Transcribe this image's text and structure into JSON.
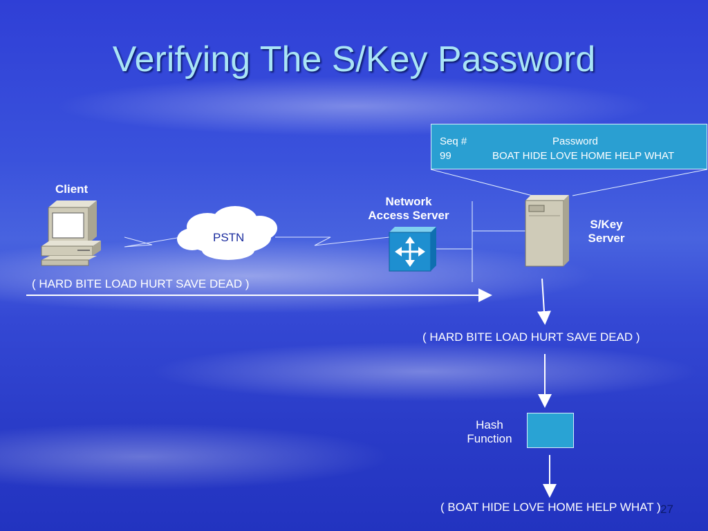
{
  "slide": {
    "title": "Verifying The S/Key Password",
    "slide_number": "27"
  },
  "table": {
    "header_seq": "Seq #",
    "header_password": "Password",
    "row_seq": "99",
    "row_password": "BOAT HIDE LOVE HOME HELP WHAT"
  },
  "labels": {
    "client": "Client",
    "pstn": "PSTN",
    "nas_line1": "Network",
    "nas_line2": "Access Server",
    "skey_line1": "S/Key",
    "skey_line2": "Server",
    "hash_line1": "Hash",
    "hash_line2": "Function"
  },
  "messages": {
    "client_sent": "( HARD BITE LOAD HURT SAVE DEAD )",
    "server_received": "( HARD BITE LOAD HURT SAVE DEAD )",
    "hash_result": "( BOAT HIDE LOVE HOME HELP WHAT )"
  },
  "colors": {
    "title": "#a9e4f6",
    "box_fill": "#2a9fd2"
  }
}
